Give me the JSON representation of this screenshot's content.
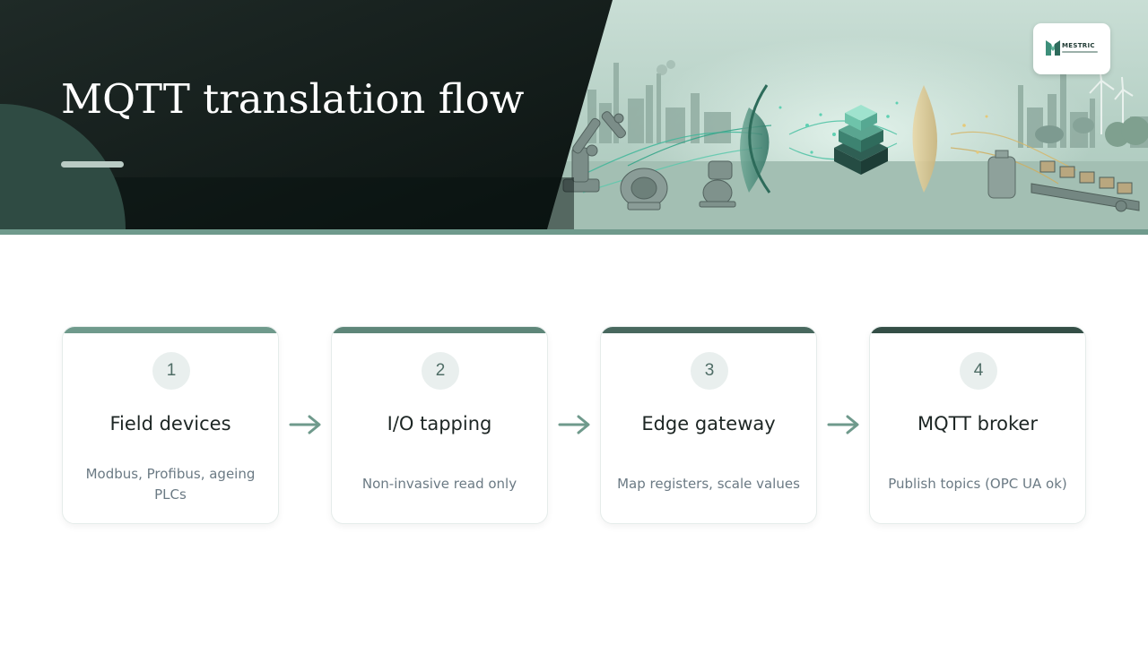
{
  "header": {
    "title": "MQTT translation flow",
    "logo": {
      "name": "MESTRIC"
    }
  },
  "colors": {
    "header_dark": "#17201e",
    "header_rule": "#6f9a8c",
    "card_bars": [
      "#6f9a8c",
      "#5e8679",
      "#48685e",
      "#344e46"
    ],
    "arrow": "#6f9a8c"
  },
  "steps": [
    {
      "number": "1",
      "title": "Field devices",
      "description": "Modbus, Profibus, ageing PLCs"
    },
    {
      "number": "2",
      "title": "I/O tapping",
      "description": "Non-invasive read only"
    },
    {
      "number": "3",
      "title": "Edge gateway",
      "description": "Map registers, scale values"
    },
    {
      "number": "4",
      "title": "MQTT broker",
      "description": "Publish topics (OPC UA ok)"
    }
  ],
  "connector_icon": "arrow-right-icon"
}
